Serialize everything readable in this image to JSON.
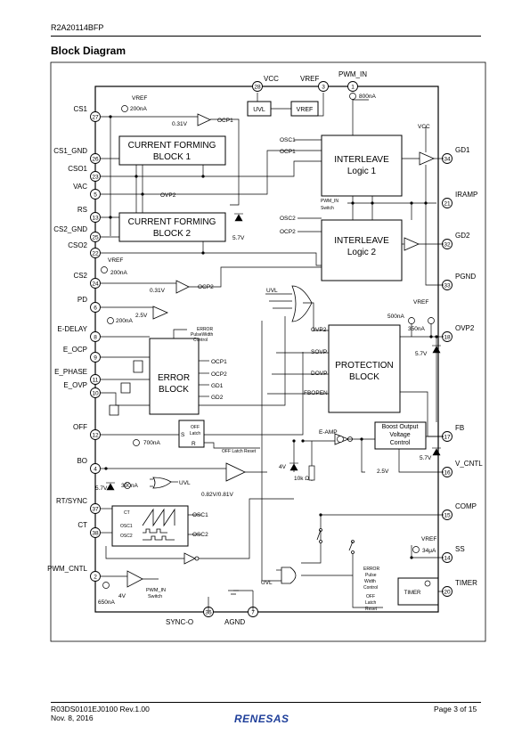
{
  "header": {
    "part_number": "R2A20114BFP"
  },
  "section_title": "Block Diagram",
  "footer": {
    "doc_id": "R03DS0101EJ0100 Rev.1.00",
    "date": "Nov. 8, 2016",
    "page": "Page 3 of 15",
    "logo": "RENESAS"
  },
  "diagram": {
    "left_pins": [
      {
        "num": "27",
        "name": "CS1"
      },
      {
        "num": "26",
        "name": "CS1_GND"
      },
      {
        "num": "23",
        "name": "CSO1"
      },
      {
        "num": "5",
        "name": "VAC"
      },
      {
        "num": "13",
        "name": "RS"
      },
      {
        "num": "25",
        "name": "CS2_GND"
      },
      {
        "num": "22",
        "name": "CSO2"
      },
      {
        "num": "24",
        "name": "CS2"
      },
      {
        "num": "6",
        "name": "PD"
      },
      {
        "num": "8",
        "name": "E-DELAY"
      },
      {
        "num": "9",
        "name": "E_OCP"
      },
      {
        "num": "11",
        "name": "E_PHASE"
      },
      {
        "num": "10",
        "name": "E_OVP"
      },
      {
        "num": "12",
        "name": "OFF"
      },
      {
        "num": "4",
        "name": "BO"
      },
      {
        "num": "37",
        "name": "RT/SYNC"
      },
      {
        "num": "38",
        "name": "CT"
      },
      {
        "num": "2",
        "name": "PWM_CNTL"
      }
    ],
    "right_pins": [
      {
        "num": "34",
        "name": "GD1"
      },
      {
        "num": "21",
        "name": "IRAMP"
      },
      {
        "num": "32",
        "name": "GD2"
      },
      {
        "num": "33",
        "name": "PGND"
      },
      {
        "num": "18",
        "name": "OVP2"
      },
      {
        "num": "17",
        "name": "FB"
      },
      {
        "num": "16",
        "name": "V_CNTL"
      },
      {
        "num": "15",
        "name": "COMP"
      },
      {
        "num": "14",
        "name": "SS"
      },
      {
        "num": "20",
        "name": "TIMER"
      }
    ],
    "top_pins": [
      {
        "num": "28",
        "name": "VCC"
      },
      {
        "num": "3",
        "name": "VREF"
      },
      {
        "num": "1",
        "name": "PWM_IN"
      }
    ],
    "bottom_pins": [
      {
        "num": "36",
        "name": "SYNC-O"
      },
      {
        "num": "7",
        "name": "AGND"
      }
    ],
    "blocks": {
      "cfb1": [
        "CURRENT FORMING",
        "BLOCK 1"
      ],
      "cfb2": [
        "CURRENT FORMING",
        "BLOCK 2"
      ],
      "il1": [
        "INTERLEAVE",
        "Logic 1"
      ],
      "il2": [
        "INTERLEAVE",
        "Logic 2"
      ],
      "prot": [
        "PROTECTION",
        "BLOCK"
      ],
      "err": [
        "ERROR",
        "BLOCK"
      ],
      "uvl": "UVL",
      "vref": "VREF",
      "boost": [
        "Boost  Output",
        "Voltage",
        "Control"
      ],
      "timer": "TIMER",
      "latch": [
        "OFF",
        "Latch"
      ]
    },
    "labels": {
      "vref": "VREF",
      "i200": "200nA",
      "v031a": "0.31V",
      "ocp1": "OCP1",
      "ovp2_sig": "OVP2",
      "z57": "5.7V",
      "v031b": "0.31V",
      "ocp2": "OCP2",
      "v25": "2.5V",
      "uvl": "UVL",
      "err_pw": [
        "ERROR",
        "PulseWidth",
        "Control"
      ],
      "err_in": [
        "OCP1",
        "OCP2",
        "GD1",
        "GD2"
      ],
      "i700": "700nA",
      "latch_reset": "OFF Latch Reset",
      "s": "S",
      "r": "R",
      "bo_v": "0.82V/0.81V",
      "bo_z": "5.7V",
      "bo_i": "300nA",
      "bo_uvl": "UVL",
      "osc": [
        "CT",
        "OSC1",
        "OSC2"
      ],
      "osc_out": [
        "OSC1",
        "OSC2"
      ],
      "pwm_i": "650nA",
      "pwm_v": "4V",
      "pwm_sw": [
        "PWM_IN",
        "Switch"
      ],
      "i800": "800nA",
      "il1_in": [
        "OSC1",
        "OCP1"
      ],
      "pwm_sw2": [
        "PWM_IN",
        "Switch"
      ],
      "il2_in": [
        "OSC2",
        "OCP2"
      ],
      "vcc": "VCC",
      "vref2": "VREF",
      "i500": "500nA",
      "i350": "350nA",
      "prot_in": [
        "OVP2",
        "SOVP",
        "DOVP",
        "FBOPEN"
      ],
      "z57b": "5.7V",
      "z57c": "5.7V",
      "eamp": "E-AMP",
      "z4v": "4V",
      "r10k": "10k Ω",
      "v25b": "2.5V",
      "i34": "34μA",
      "vref3": "VREF",
      "tmr_ctl": [
        "ERROR",
        "Pulse",
        "Width",
        "Control"
      ],
      "tmr_rst": [
        "OFF",
        "Latch",
        "Reset"
      ],
      "uvl2": "UVL"
    }
  }
}
